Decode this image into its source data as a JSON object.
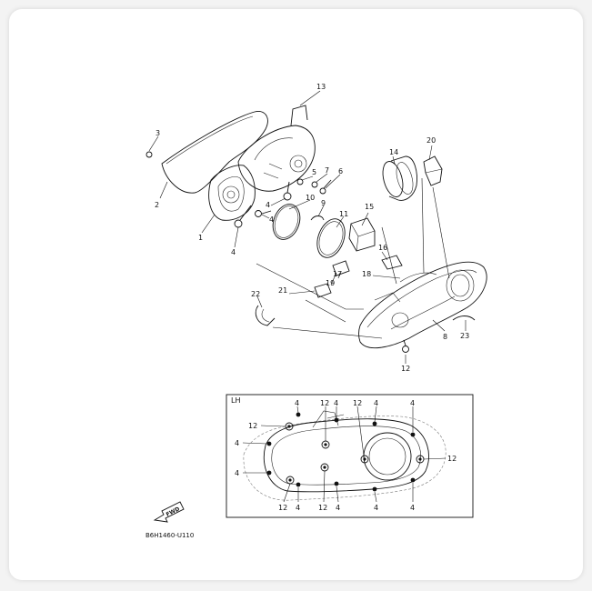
{
  "diagram": {
    "callouts": [
      "1",
      "2",
      "3",
      "4",
      "5",
      "6",
      "7",
      "8",
      "9",
      "10",
      "11",
      "12",
      "13",
      "14",
      "15",
      "16",
      "17",
      "18",
      "19",
      "20",
      "21",
      "22",
      "23"
    ],
    "inset": {
      "label": "LH",
      "callouts": {
        "four": "4",
        "twelve": "12"
      }
    },
    "fwd_text": "FWD",
    "figure_code": "B6H1460-U110"
  }
}
